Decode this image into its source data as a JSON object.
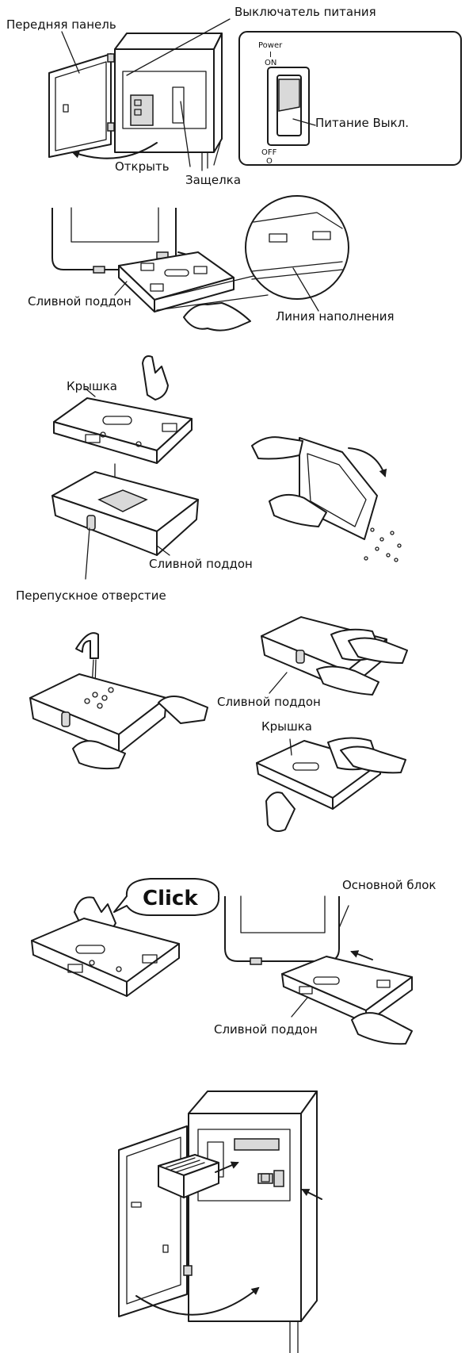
{
  "step1": {
    "front_panel_label": "Передняя панель",
    "power_switch_label": "Выключатель питания",
    "open_label": "Открыть",
    "latch_label": "Защелка",
    "power_off_label": "Питание Выкл.",
    "switch_power_text": "Power",
    "switch_on_text": "ON",
    "switch_on_symbol": "I",
    "switch_off_text": "OFF",
    "switch_off_symbol": "O"
  },
  "step2": {
    "drain_pan_label": "Сливной поддон",
    "fill_line_label": "Линия наполнения"
  },
  "step3": {
    "cover_label": "Крышка",
    "drain_pan_label": "Сливной поддон",
    "overflow_label": "Перепускное отверстие"
  },
  "step4": {
    "drain_pan_label": "Сливной поддон",
    "cover_label": "Крышка"
  },
  "step5": {
    "click_label": "Click",
    "main_unit_label": "Основной блок",
    "drain_pan_label": "Сливной поддон"
  },
  "icons": [
    "open-arrow-icon",
    "push-arrow-icon",
    "rotate-arrow-icon",
    "hand-icon",
    "faucet-icon",
    "cloth-icon"
  ]
}
